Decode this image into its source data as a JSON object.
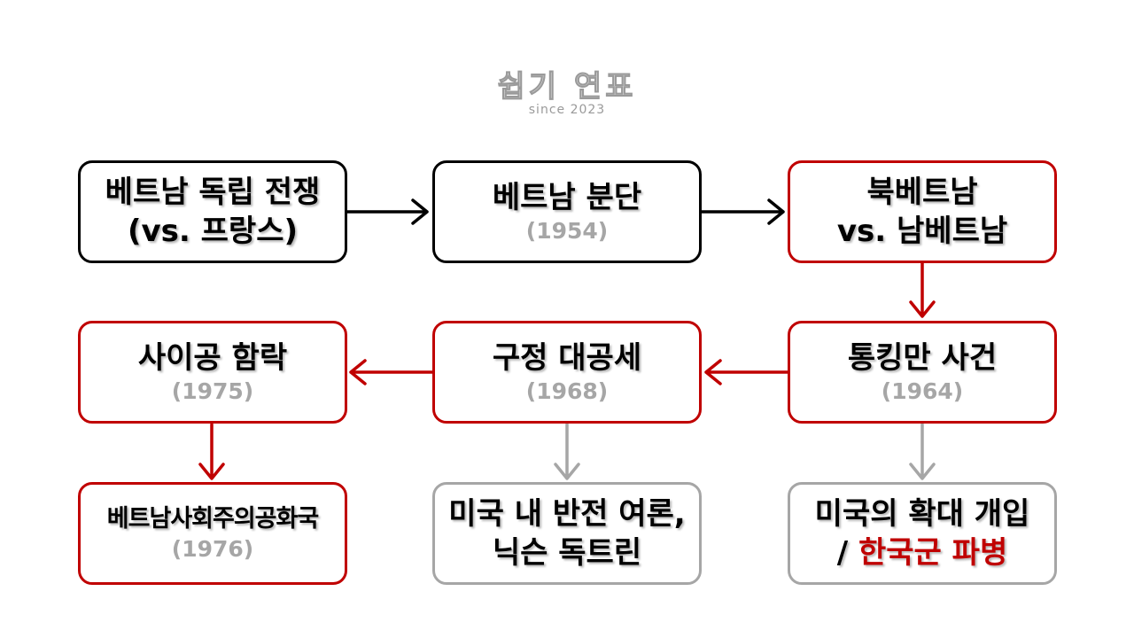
{
  "logo": {
    "title": "쉽기 연표",
    "subtitle": "since 2023"
  },
  "colors": {
    "accent": "#c00000",
    "muted": "#a6a6a6",
    "text": "#000000"
  },
  "nodes": {
    "war": {
      "line1": "베트남 독립 전쟁",
      "line2": "(vs. 프랑스)"
    },
    "division": {
      "title": "베트남 분단",
      "year": "(1954)"
    },
    "north_south": {
      "line1": "북베트남",
      "line2": "vs. 남베트남"
    },
    "tonkin": {
      "title": "통킹만 사건",
      "year": "(1964)"
    },
    "tet": {
      "title": "구정 대공세",
      "year": "(1968)"
    },
    "saigon": {
      "title": "사이공 함락",
      "year": "(1975)"
    },
    "republic": {
      "title": "베트남사회주의공화국",
      "year": "(1976)"
    },
    "antiwar": {
      "line1": "미국 내 반전 여론,",
      "line2": "닉슨 독트린"
    },
    "intervention": {
      "line1": "미국의 확대 개입",
      "line2_prefix": "/ ",
      "line2_highlight": "한국군 파병"
    }
  }
}
